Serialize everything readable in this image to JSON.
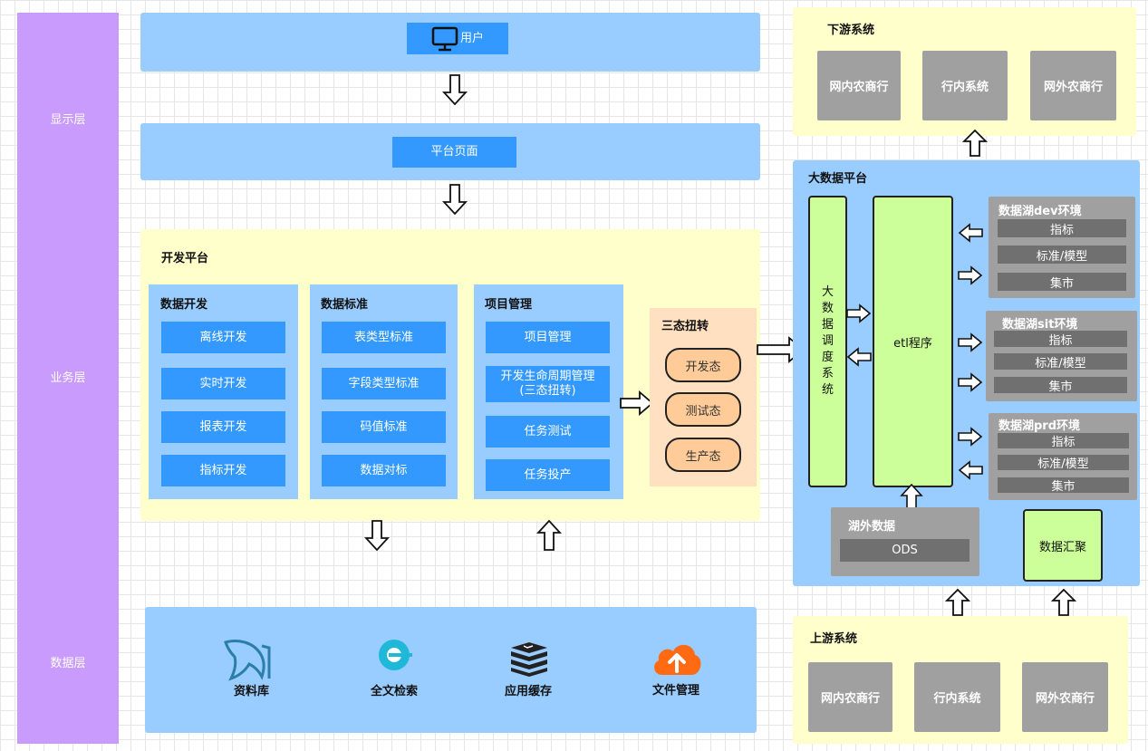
{
  "layers": {
    "display": "显示层",
    "business": "业务层",
    "data": "数据层"
  },
  "user_label": "用户",
  "platform_page": "平台页面",
  "dev_platform": {
    "title": "开发平台",
    "data_dev": {
      "title": "数据开发",
      "items": [
        "离线开发",
        "实时开发",
        "报表开发",
        "指标开发"
      ]
    },
    "data_std": {
      "title": "数据标准",
      "items": [
        "表类型标准",
        "字段类型标准",
        "码值标准",
        "数据对标"
      ]
    },
    "project": {
      "title": "项目管理",
      "items": [
        "项目管理",
        "开发生命周期管理\n(三态扭转)",
        "任务测试",
        "任务投产"
      ]
    },
    "three_state": {
      "title": "三态扭转",
      "items": [
        "开发态",
        "测试态",
        "生产态"
      ]
    }
  },
  "storage": {
    "items": [
      "资料库",
      "全文检索",
      "应用缓存",
      "文件管理"
    ]
  },
  "downstream": {
    "title": "下游系统",
    "items": [
      "网内农商行",
      "行内系统",
      "网外农商行"
    ]
  },
  "bigdata": {
    "title": "大数据平台",
    "scheduler": "大数据调度系统",
    "etl": "etl程序",
    "envs": [
      {
        "title": "数据湖dev环境",
        "items": [
          "指标",
          "标准/模型",
          "集市"
        ]
      },
      {
        "title": "数据湖sit环境",
        "items": [
          "指标",
          "标准/模型",
          "集市"
        ]
      },
      {
        "title": "数据湖prd环境",
        "items": [
          "指标",
          "标准/模型",
          "集市"
        ]
      }
    ],
    "external": {
      "title": "湖外数据",
      "item": "ODS"
    },
    "aggregate": "数据汇聚"
  },
  "upstream": {
    "title": "上游系统",
    "items": [
      "网内农商行",
      "行内系统",
      "网外农商行"
    ]
  },
  "colors": {
    "accent": "#3399ff",
    "panel": "#99ccff",
    "yellow": "#ffffcc",
    "purple": "#c89bfc",
    "green": "#ccff99",
    "orange": "#ffcc99",
    "gray": "#a0a0a0"
  }
}
